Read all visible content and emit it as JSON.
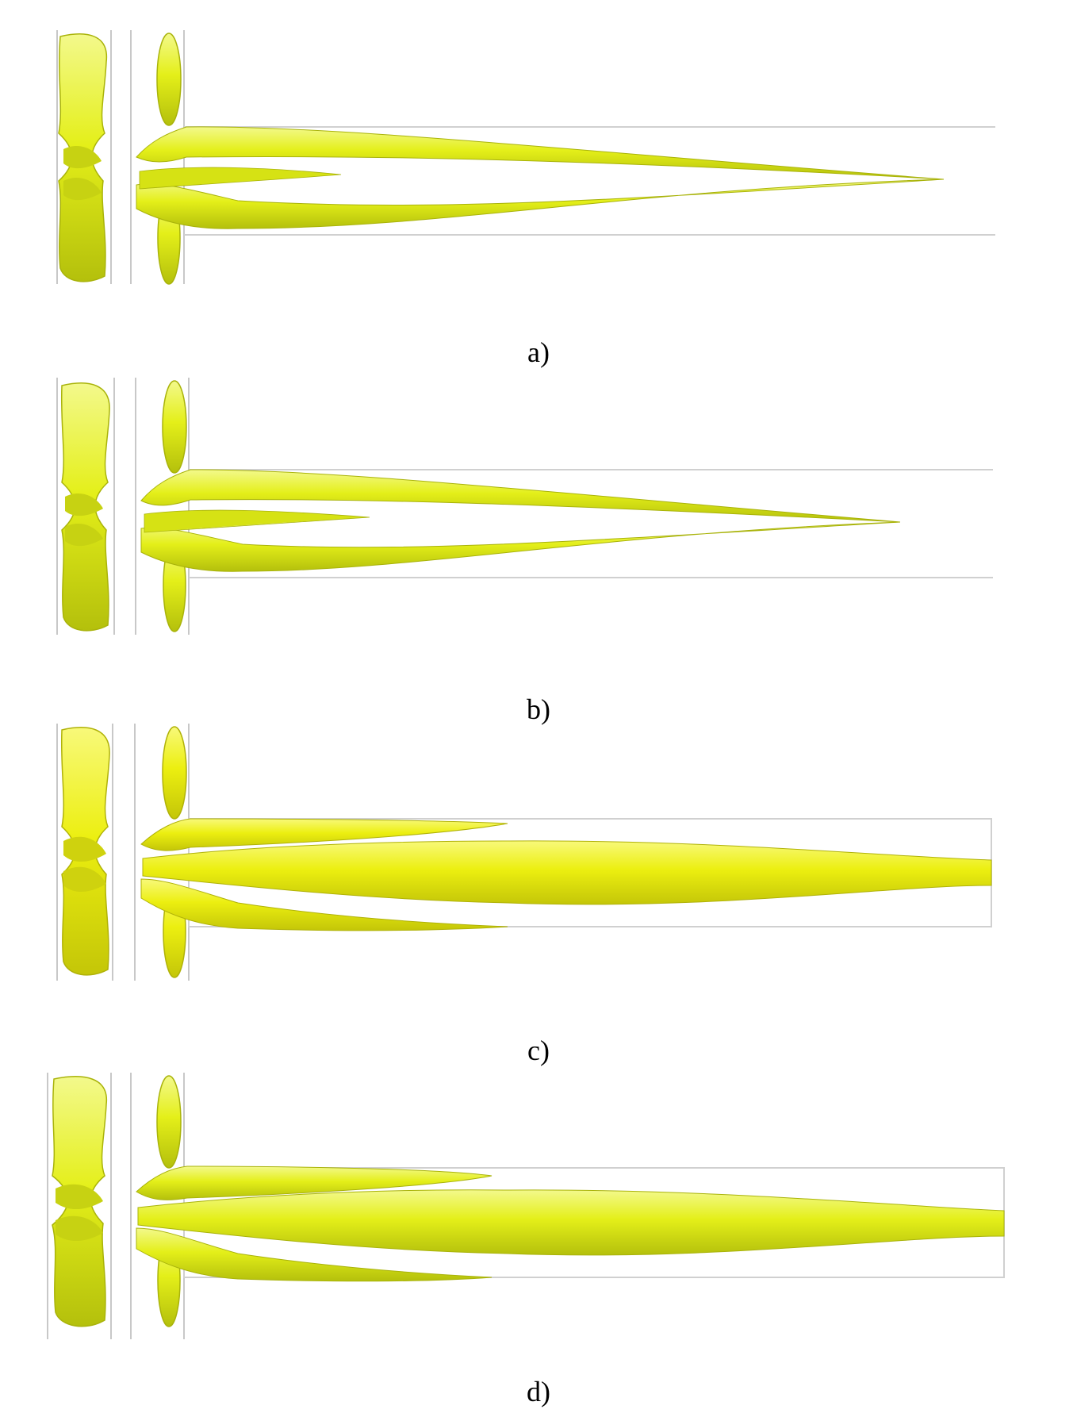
{
  "figure": {
    "panels": [
      {
        "label": "a)",
        "wake_shape": "converging-tip"
      },
      {
        "label": "b)",
        "wake_shape": "converging-tip-short"
      },
      {
        "label": "c)",
        "wake_shape": "single-core"
      },
      {
        "label": "d)",
        "wake_shape": "single-core"
      }
    ]
  },
  "colors": {
    "iso_surface_fill": "#e6f11a",
    "iso_surface_shade": "#b8c40e",
    "iso_surface_highlight": "#f6fb8a",
    "domain_outline": "#bfbfbf",
    "caption_text": "#000000"
  }
}
